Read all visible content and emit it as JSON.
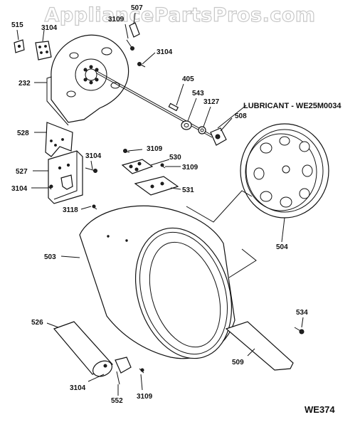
{
  "watermark": "AppliancePartsPros.com",
  "diagram_code": "WE374",
  "lubricant_note": "LUBRICANT - WE25M0034",
  "labels": {
    "p515": "515",
    "p301": "3104",
    "p3109_top": "3109",
    "p507": "507",
    "p3104_top": "3104",
    "p232": "232",
    "p405": "405",
    "p543": "543",
    "p3127": "3127",
    "p508": "508",
    "p528": "528",
    "p3109_mid": "3109",
    "p530": "530",
    "p3104_mid": "3104",
    "p527": "527",
    "p3109_mid2": "3109",
    "p3104_left": "3104",
    "p531": "531",
    "p3118": "3118",
    "p504": "504",
    "p503": "503",
    "p534": "534",
    "p526": "526",
    "p509": "509",
    "p3104_bottom": "3104",
    "p552": "552",
    "p3109_bottom": "3109"
  }
}
